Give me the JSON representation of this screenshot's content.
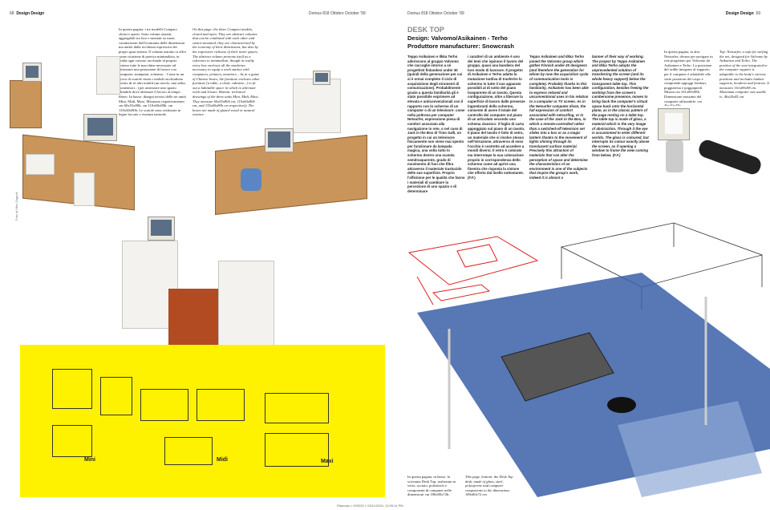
{
  "left_page": {
    "page_number": "68",
    "section": "Design Design",
    "running_head": "Domus 818 Ottobre October '99",
    "body_it": "In questa pagina: i tre modelli Compact chiusi e aperti. Sono volumi astratti, aggregabili tra loro e montati su ruote, caratterizzati dall'economia delle dimensioni ma anche dalla ricchezza espressiva dei propri spazi interni. Il volume astratto si offre come citazione di poetica minimalista, in realtà ogni vassoio racchiude al proprio interno tutte le macchine necessarie ad attrezzare una postazione di lavoro con computer, stampanti, schermo... Come in un gioco di scatole cinesi i mobili racchiudono dentro di sé altri mobili (un tavolo, una sedia, contenitori...) per attrezzare uno spazio abitabile dove alternare il lavoro al tempo libero. In basso: disegni tecnici delle tre unità Mini, Midi, Maxi. Misurano rispettivamente: cm 60x55x80h, cm 110x60x80h, cm 135x60x80h. Le scatole sono realizzate in legno laccato o essenza naturale.",
    "body_en": "On this page: the three Compact models, closed and open. They are abstract volumes that can be combined with each other and castor-mounted; they are characterised by the economy of their dimensions, but also by the expressive richness of their inner spaces. The abstract volume presents itself as a reference to minimalism, though in reality every box encloses all the machines necessary to equip a work station with computers, printers, monitors... As in a game of Chinese boxes, the furniture encloses other furniture (a table, a chair, cabinets...) to fit out a habitable space in which to alternate work and leisure. Bottom: technical drawings of the three units Mini, Midi, Maxi. They measure 60x55x80h cm, 110x60x80h cm, and 135x60x80h cm respectively. The boxes are made of glazed wood or natural essence.",
    "drawing_labels": [
      "Mini",
      "Midi",
      "Maxi"
    ],
    "photo_credit": "Foto di Miro Zagnoli"
  },
  "right_page": {
    "page_number": "69",
    "section": "Design Design",
    "running_head": "Domus 818 Ottobre October '99",
    "kicker": "DESK TOP",
    "design_line": "Design: Valvomo/Asikainen - Terho",
    "producer_line": "Produttore manufacturer: Snowcrash",
    "col1": "Teppo Asikainen e Ilkka Terho aderiscono al gruppo Valvomo che raccoglie intorno a sé progettisti finlandesi under 30 (quindi della generazione per cui si è ormai completo il ciclo di acquisizione degli strumenti di comunicazione). Probabilmente grazie a questa familiarità gli è stato possibile esprimere ad elevata e anticonvenzionali con il rapporto con lo schermo di un computer o di un televisore: come nella poltrona per computer Netsurfer, espressione piena di comfort associato alla navigazione in rete, o nel caso di Jack in the Box di Timo Salli, un progetto in cui un televisore fisicamente non viene mai spento per funzionare da lampada magica, una volta tutto lo schermo dentro una scatola semitrasparente, grado di movimento di fuoi che filtra attraverso il materiale traslucido delle sue superficie. Proprio l'affezione per le qualità che fanno i materiali di cambiare la percezione di uno spazio e di determinare",
    "col2": "i caratteri di un ambiente è uno dei temi che ispirano il lavoro del gruppo, quasi una bandiera del loro modo di lavorare. Il progetto di Asikainen e Terho adatta la mutazione tardiva di trasferire lo schermo in tutte il suo apparato possibili al di sotto del piano trasparente di un tavolo. Questa configurazione, oltre a liberare la superficie di lavoro dalle presenze ingombranti dello schermo, consente di avere il totale del controllo dei computer sul piano di un articolato secondo uno schema classico: il foglio di carta appoggiato sul piano di un tavolo. Il piano del tavolo è fatto di vetro, un materiale che si risolve stesso nell'istruzione, attraverso di esso l'occhio è costretto ad accedere a mondi diversi. Il vetro è colorato ma interrompe la sua colorazione proprio in corrispondenza dello schermo come ad aprire una finestra che risposta la visione che offerto dal livello sottostante. (F.F.)",
    "col3": "Teppo Asikainen and Ilkka Terho joined the Valvomo group which gather Finnish under-30 designers (and therefore the generation for whom by now the acquisition cycle of communication tools is complete). Probably thanks to this familiarity, Asikainen has been able to express relaxed and unconventional uses in his relation to a computer or TV screen. As in the Netsurfer computer divan, the full expression of comfort associated with netsurfing, or in the case of the Jack in the Box, in which a remote-controlled rather than a switched-off television set slides into a box or as a magic lantern thanks to the movement of lights shining through its translucent surface material. Precisely this attraction of materials that can alter the perception of space and determine the characteristics of an environment is one of the subjects that inspire the group's work, indeed it is almost a",
    "col4": "banner of their way of working. The project by Teppo Asikainen and Ilkka Terho adopts the unprecedented solution of transferring the screen (and its whole heavy support) below the transparent table top. This configuration, besides freeing the worktop from the screen's cumbersome presence, moves to bring back the computer's virtual space back onto the horizontal plane, as in the classic pattern of the page resting on a table top. The table top is made of glass, a material which is the very image of abstraction. Through it the eye is accustomed to enter different worlds. The glass is coloured, but interrupts its colour exactly above the screen, as if opening a window to frame the view coming from below. (F.F.)",
    "col5": "In questa pagina, in alto: Netsurfer, divano per navigare in rete progettato per Valvomo da Asikainen e Terho. La posizione del sedile integrato al supporto per il computer è adattabile alle varie posizioni del corpo e comprende appoggi lombari, poggiatesta e poggiapiedi. Misura cm 161x80x98h. Dimensione massima del computer utilizzabile: cm 46x20x45h.",
    "col6": "Top: Netsurfer, a sofa for surfing the net, designed for Valvomo by Asikainen and Terho. The position of the seat integrated to the computer support is adaptable to the body's various positions and includes lumbar supports, headrest and footrest. It measures 161x80x98 cm. Maximum computer size usable is: 46x20x45 cm.",
    "caption_it": "In questa pagina, in basso: la scrivania Desk Top, realizzata in vetro, acciaio, polistirolo e componenti di computer nelle dimensioni cm 180x80x72h.",
    "caption_en": "This page, bottom: the Desk Top desk, made of glass, steel, polystyrene and computer components to the dimensions 180x80x72 cm."
  },
  "footer": "Ritaccato • 993220 1 03/11/2020, 13:05:14 PM",
  "colors": {
    "yellow": "#fff200",
    "glass": "#3a5fa8",
    "sketch_red": "#d22"
  }
}
